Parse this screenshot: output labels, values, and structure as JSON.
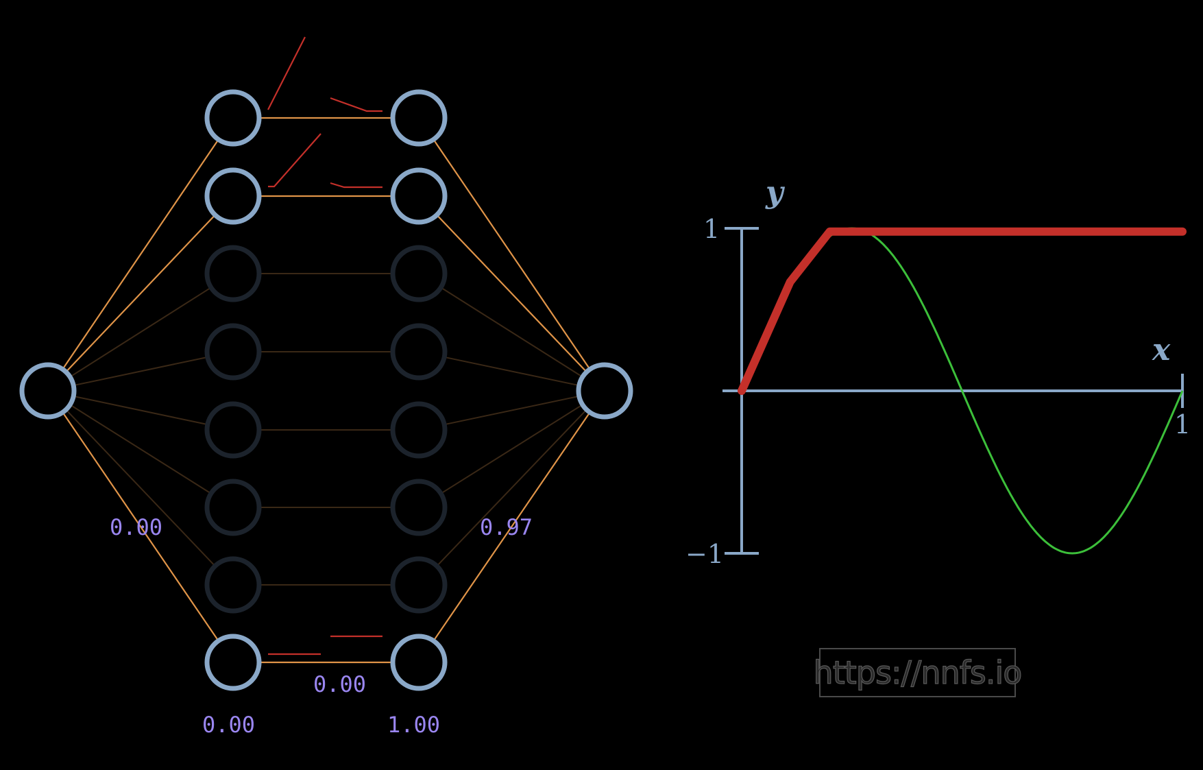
{
  "network": {
    "labels": {
      "input_weight": "0.00",
      "bias_hidden1": "0.00",
      "weight_between": "0.00",
      "bias_hidden2": "1.00",
      "output_weight": "0.97"
    }
  },
  "chart_data": {
    "type": "line",
    "xlabel": "x",
    "ylabel": "y",
    "xlim": [
      0,
      1
    ],
    "ylim": [
      -1,
      1
    ],
    "tick_labels": {
      "y_top": "1",
      "y_bottom": "−1",
      "x_right": "1"
    },
    "grid": false,
    "series": [
      {
        "role": "target",
        "color": "#3cbf3a",
        "function": "sin(2*pi*x)"
      },
      {
        "role": "approximation",
        "color": "#c4302a",
        "x": [
          0,
          0.11,
          0.2,
          1.0
        ],
        "y": [
          0,
          0.67,
          0.98,
          0.98
        ]
      }
    ]
  },
  "watermark": {
    "text": "https://nnfs.io"
  },
  "colors": {
    "background": "#000000",
    "node_active": "#8aa8c8",
    "node_dim": "#1c232c",
    "connection_active": "#e09448",
    "connection_dim": "#3a2816",
    "highlight": "#c4302a",
    "label": "#9a86f0"
  }
}
